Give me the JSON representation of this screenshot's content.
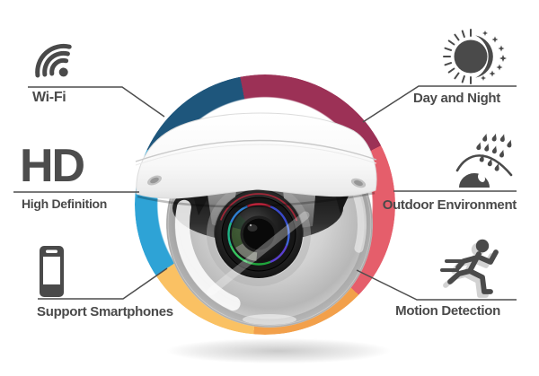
{
  "title": "Dome security camera features infographic",
  "colors": {
    "background": "#ffffff",
    "text": "#4a4a4a",
    "connector_line": "#4d4d4d"
  },
  "features": {
    "left": [
      {
        "id": "wifi",
        "label": "Wi-Fi",
        "icon": "wifi-icon"
      },
      {
        "id": "hd",
        "label": "HD",
        "sublabel": "High Definition",
        "icon": "hd-lettermark"
      },
      {
        "id": "smartphones",
        "label": "Support Smartphones",
        "icon": "smartphone-icon"
      }
    ],
    "right": [
      {
        "id": "day-night",
        "label": "Day and Night",
        "icon": "sun-moon-stars-icon"
      },
      {
        "id": "outdoor",
        "label": "Outdoor Environment",
        "icon": "dome-camera-rain-icon"
      },
      {
        "id": "motion",
        "label": "Motion Detection",
        "icon": "running-person-icon"
      }
    ]
  },
  "ring": {
    "start_angle_deg": -11,
    "segments": [
      {
        "name": "maroon",
        "color": "#9c3156",
        "sweep_deg": 74
      },
      {
        "name": "coral-red",
        "color": "#e55e6b",
        "sweep_deg": 71
      },
      {
        "name": "orange",
        "color": "#f2a04b",
        "sweep_deg": 51
      },
      {
        "name": "yellow",
        "color": "#fac163",
        "sweep_deg": 52
      },
      {
        "name": "light-blue",
        "color": "#2ea3d6",
        "sweep_deg": 58
      },
      {
        "name": "navy-blue",
        "color": "#1e567c",
        "sweep_deg": 54
      }
    ]
  },
  "center_subject": "dome-security-camera"
}
